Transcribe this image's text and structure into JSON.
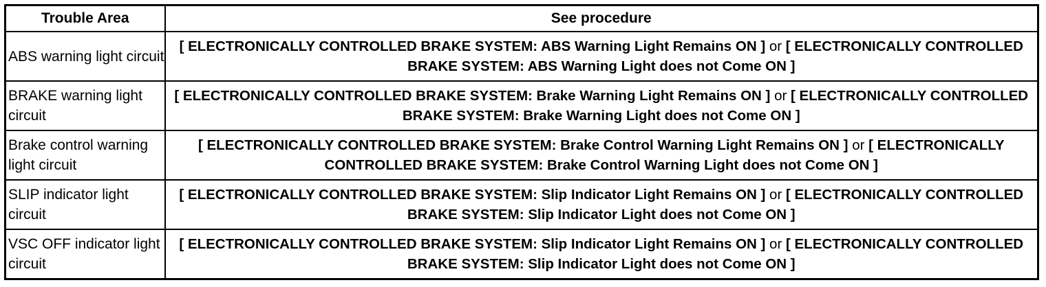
{
  "table": {
    "headers": {
      "col1": "Trouble Area",
      "col2": "See procedure"
    },
    "joiner": "or",
    "rows": [
      {
        "area": "ABS warning light circuit",
        "proc_a": "[ ELECTRONICALLY CONTROLLED BRAKE SYSTEM: ABS Warning Light Remains ON ]",
        "proc_b": "[ ELECTRONICALLY CONTROLLED BRAKE SYSTEM: ABS Warning Light does not Come ON ]"
      },
      {
        "area": "BRAKE warning light circuit",
        "proc_a": "[ ELECTRONICALLY CONTROLLED BRAKE SYSTEM: Brake Warning Light Remains ON ]",
        "proc_b": "[ ELECTRONICALLY CONTROLLED BRAKE SYSTEM: Brake Warning Light does not Come ON ]"
      },
      {
        "area": "Brake control warning light circuit",
        "proc_a": "[ ELECTRONICALLY CONTROLLED BRAKE SYSTEM: Brake Control Warning Light Remains ON ]",
        "proc_b": "[ ELECTRONICALLY CONTROLLED BRAKE SYSTEM: Brake Control Warning Light does not Come ON ]"
      },
      {
        "area": "SLIP indicator light circuit",
        "proc_a": "[ ELECTRONICALLY CONTROLLED BRAKE SYSTEM: Slip Indicator Light Remains ON ]",
        "proc_b": "[ ELECTRONICALLY CONTROLLED BRAKE SYSTEM: Slip Indicator Light does not Come ON ]"
      },
      {
        "area": "VSC OFF indicator light circuit",
        "proc_a": "[ ELECTRONICALLY CONTROLLED BRAKE SYSTEM: Slip Indicator Light Remains ON ]",
        "proc_b": "[ ELECTRONICALLY CONTROLLED BRAKE SYSTEM: Slip Indicator Light does not Come ON ]"
      }
    ]
  }
}
